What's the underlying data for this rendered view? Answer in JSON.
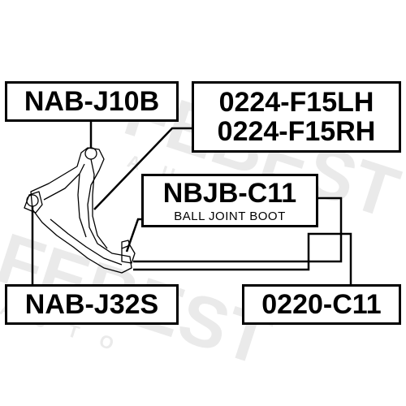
{
  "watermark": {
    "brand": "FEBEST",
    "tagline": "AUTO"
  },
  "parts": {
    "top_left": "NAB-J10B",
    "top_right_line1": "0224-F15LH",
    "top_right_line2": "0224-F15RH",
    "middle_code": "NBJB-C11",
    "middle_description": "BALL JOINT BOOT",
    "bottom_left": "NAB-J32S",
    "bottom_right": "0220-C11"
  },
  "colors": {
    "lines": "#000000",
    "watermark": "#d6d6d6"
  }
}
